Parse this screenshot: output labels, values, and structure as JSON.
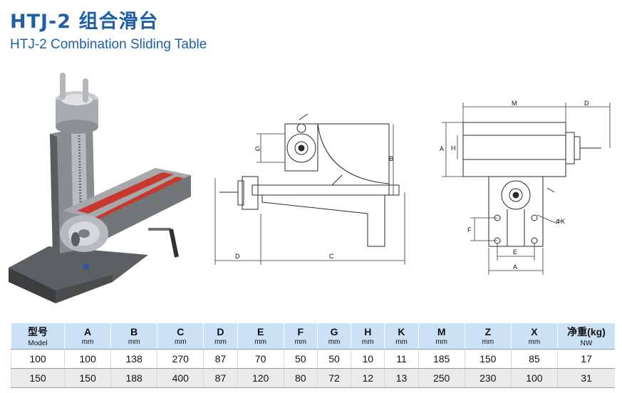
{
  "header": {
    "title_cn": "HTJ-2 组合滑台",
    "title_en": "HTJ-2 Combination Sliding Table"
  },
  "drawing_labels": {
    "side": {
      "g": "G",
      "b": "B",
      "d": "D",
      "c": "C"
    },
    "front": {
      "m": "M",
      "d": "D",
      "a_left": "A",
      "h": "H",
      "f": "F",
      "e": "E",
      "a_bottom": "A",
      "k": "ΦK"
    }
  },
  "table": {
    "columns": [
      {
        "name": "型号",
        "unit": "Model"
      },
      {
        "name": "A",
        "unit": "mm"
      },
      {
        "name": "B",
        "unit": "mm"
      },
      {
        "name": "C",
        "unit": "mm"
      },
      {
        "name": "D",
        "unit": "mm"
      },
      {
        "name": "E",
        "unit": "mm"
      },
      {
        "name": "F",
        "unit": "mm"
      },
      {
        "name": "G",
        "unit": "mm"
      },
      {
        "name": "H",
        "unit": "mm"
      },
      {
        "name": "K",
        "unit": "mm"
      },
      {
        "name": "M",
        "unit": "mm"
      },
      {
        "name": "Z",
        "unit": "mm"
      },
      {
        "name": "X",
        "unit": "mm"
      },
      {
        "name": "净重(kg)",
        "unit": "NW"
      }
    ],
    "rows": [
      [
        "100",
        "100",
        "138",
        "270",
        "87",
        "70",
        "50",
        "50",
        "10",
        "11",
        "185",
        "150",
        "85",
        "17"
      ],
      [
        "150",
        "150",
        "188",
        "400",
        "87",
        "120",
        "80",
        "72",
        "12",
        "13",
        "250",
        "230",
        "100",
        "31"
      ]
    ]
  }
}
